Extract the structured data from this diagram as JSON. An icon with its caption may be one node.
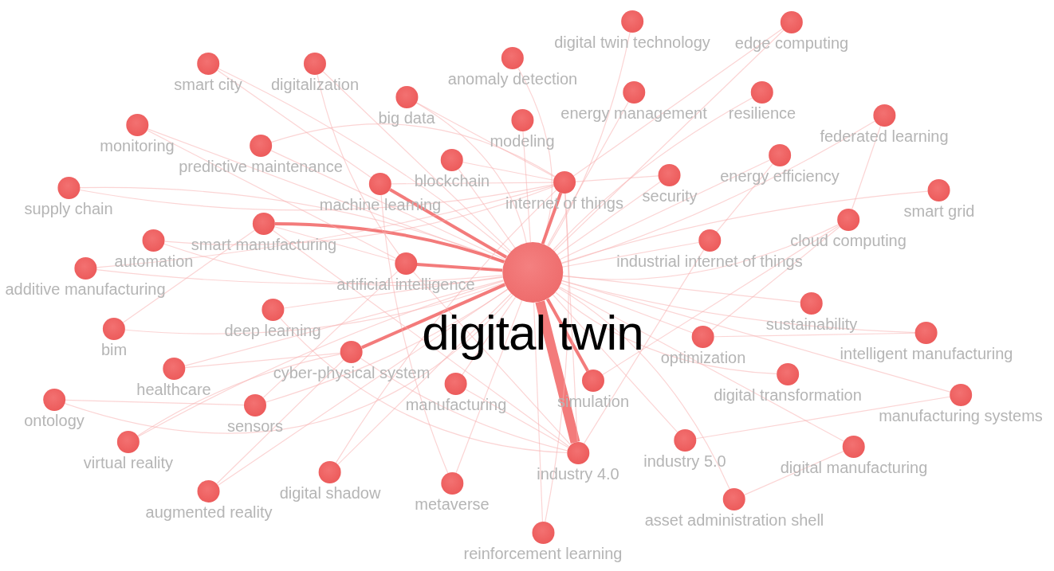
{
  "diagram": {
    "nodes": [
      {
        "text": [
          "digital twin"
        ]
      },
      {
        "text": [
          "digital twin technology"
        ]
      },
      {
        "text": [
          "edge computing"
        ]
      },
      {
        "text": [
          "smart city"
        ]
      },
      {
        "text": [
          "digitalization"
        ]
      },
      {
        "text": [
          "anomaly detection"
        ]
      },
      {
        "text": [
          "big data"
        ]
      },
      {
        "text": [
          "energy management"
        ]
      },
      {
        "text": [
          "resilience"
        ]
      },
      {
        "text": [
          "monitoring"
        ]
      },
      {
        "text": [
          "modeling"
        ]
      },
      {
        "text": [
          "federated learning"
        ]
      },
      {
        "text": [
          "predictive maintenance"
        ]
      },
      {
        "text": [
          "blockchain"
        ]
      },
      {
        "text": [
          "energy efficiency"
        ]
      },
      {
        "text": [
          "supply chain"
        ]
      },
      {
        "text": [
          "machine learning"
        ]
      },
      {
        "text": [
          "internet of things"
        ]
      },
      {
        "text": [
          "security"
        ]
      },
      {
        "text": [
          "smart grid"
        ]
      },
      {
        "text": [
          "cloud computing"
        ]
      },
      {
        "text": [
          "smart manufacturing"
        ]
      },
      {
        "text": [
          "automation"
        ]
      },
      {
        "text": [
          "artificial intelligence"
        ]
      },
      {
        "text": [
          "industrial internet of things"
        ]
      },
      {
        "text": [
          "additive manufacturing"
        ]
      },
      {
        "text": [
          "deep learning"
        ]
      },
      {
        "text": [
          "sustainability"
        ]
      },
      {
        "text": [
          "bim"
        ]
      },
      {
        "text": [
          "cyber-physical system"
        ]
      },
      {
        "text": [
          "optimization"
        ]
      },
      {
        "text": [
          "intelligent manufacturing"
        ]
      },
      {
        "text": [
          "healthcare"
        ]
      },
      {
        "text": [
          "digital transformation"
        ]
      },
      {
        "text": [
          "manufacturing"
        ]
      },
      {
        "text": [
          "simulation"
        ]
      },
      {
        "text": [
          "ontology"
        ]
      },
      {
        "text": [
          "sensors"
        ]
      },
      {
        "text": [
          "manufacturing systems"
        ]
      },
      {
        "text": [
          "virtual reality"
        ]
      },
      {
        "text": [
          "industry 5.0"
        ]
      },
      {
        "text": [
          "industry 4.0"
        ]
      },
      {
        "text": [
          "digital manufacturing"
        ]
      },
      {
        "text": [
          "digital shadow"
        ]
      },
      {
        "text": [
          "metaverse"
        ]
      },
      {
        "text": [
          "augmented reality"
        ]
      },
      {
        "text": [
          "asset administration shell"
        ]
      },
      {
        "text": [
          "reinforcement learning"
        ]
      }
    ],
    "edges": [
      {
        "from": 0,
        "to": 1,
        "arrow": "none"
      },
      {
        "from": 0,
        "to": 2,
        "arrow": "none"
      },
      {
        "from": 0,
        "to": 3,
        "arrow": "none"
      },
      {
        "from": 0,
        "to": 4,
        "arrow": "none"
      },
      {
        "from": 0,
        "to": 5,
        "arrow": "none"
      },
      {
        "from": 0,
        "to": 6,
        "arrow": "none"
      },
      {
        "from": 0,
        "to": 7,
        "arrow": "none"
      },
      {
        "from": 0,
        "to": 8,
        "arrow": "none"
      },
      {
        "from": 0,
        "to": 9,
        "arrow": "none"
      },
      {
        "from": 0,
        "to": 10,
        "arrow": "none"
      },
      {
        "from": 0,
        "to": 11,
        "arrow": "none"
      },
      {
        "from": 0,
        "to": 12,
        "arrow": "none"
      },
      {
        "from": 0,
        "to": 13,
        "arrow": "none"
      },
      {
        "from": 0,
        "to": 14,
        "arrow": "none"
      },
      {
        "from": 0,
        "to": 15,
        "arrow": "none"
      },
      {
        "from": 0,
        "to": 16,
        "arrow": "none",
        "style": "thick"
      },
      {
        "from": 0,
        "to": 17,
        "arrow": "none",
        "style": "thick"
      },
      {
        "from": 0,
        "to": 18,
        "arrow": "none"
      },
      {
        "from": 0,
        "to": 19,
        "arrow": "none"
      },
      {
        "from": 0,
        "to": 20,
        "arrow": "none"
      },
      {
        "from": 0,
        "to": 21,
        "arrow": "none",
        "style": "thick"
      },
      {
        "from": 0,
        "to": 22,
        "arrow": "none"
      },
      {
        "from": 0,
        "to": 23,
        "arrow": "none",
        "style": "thick"
      },
      {
        "from": 0,
        "to": 24,
        "arrow": "none"
      },
      {
        "from": 0,
        "to": 25,
        "arrow": "none"
      },
      {
        "from": 0,
        "to": 26,
        "arrow": "none"
      },
      {
        "from": 0,
        "to": 27,
        "arrow": "none"
      },
      {
        "from": 0,
        "to": 28,
        "arrow": "none"
      },
      {
        "from": 0,
        "to": 29,
        "arrow": "none",
        "style": "thick"
      },
      {
        "from": 0,
        "to": 30,
        "arrow": "none"
      },
      {
        "from": 0,
        "to": 31,
        "arrow": "none"
      },
      {
        "from": 0,
        "to": 32,
        "arrow": "none"
      },
      {
        "from": 0,
        "to": 33,
        "arrow": "none"
      },
      {
        "from": 0,
        "to": 34,
        "arrow": "none"
      },
      {
        "from": 0,
        "to": 35,
        "arrow": "none",
        "style": "thick"
      },
      {
        "from": 0,
        "to": 36,
        "arrow": "none"
      },
      {
        "from": 0,
        "to": 37,
        "arrow": "none"
      },
      {
        "from": 0,
        "to": 38,
        "arrow": "none"
      },
      {
        "from": 0,
        "to": 39,
        "arrow": "none"
      },
      {
        "from": 0,
        "to": 40,
        "arrow": "none"
      },
      {
        "from": 0,
        "to": 41,
        "arrow": "none",
        "style": "thick"
      },
      {
        "from": 0,
        "to": 42,
        "arrow": "none"
      },
      {
        "from": 0,
        "to": 43,
        "arrow": "none"
      },
      {
        "from": 0,
        "to": 44,
        "arrow": "none"
      },
      {
        "from": 0,
        "to": 45,
        "arrow": "none"
      },
      {
        "from": 0,
        "to": 46,
        "arrow": "none"
      },
      {
        "from": 0,
        "to": 47,
        "arrow": "none"
      },
      {
        "from": 16,
        "to": 17,
        "arrow": "none"
      },
      {
        "from": 13,
        "to": 17,
        "arrow": "none"
      },
      {
        "from": 12,
        "to": 17,
        "arrow": "none"
      },
      {
        "from": 15,
        "to": 17,
        "arrow": "none"
      },
      {
        "from": 9,
        "to": 23,
        "arrow": "none"
      },
      {
        "from": 21,
        "to": 23,
        "arrow": "none"
      },
      {
        "from": 21,
        "to": 41,
        "arrow": "none"
      },
      {
        "from": 26,
        "to": 41,
        "arrow": "none"
      },
      {
        "from": 29,
        "to": 41,
        "arrow": "none"
      },
      {
        "from": 34,
        "to": 41,
        "arrow": "none"
      },
      {
        "from": 35,
        "to": 20,
        "arrow": "none"
      },
      {
        "from": 24,
        "to": 41,
        "arrow": "none"
      },
      {
        "from": 17,
        "to": 41,
        "arrow": "none"
      },
      {
        "from": 23,
        "to": 41,
        "arrow": "none"
      },
      {
        "from": 30,
        "to": 20,
        "arrow": "none"
      },
      {
        "from": 3,
        "to": 16,
        "arrow": "none"
      },
      {
        "from": 4,
        "to": 23,
        "arrow": "none"
      },
      {
        "from": 6,
        "to": 17,
        "arrow": "none"
      },
      {
        "from": 22,
        "to": 17,
        "arrow": "none"
      },
      {
        "from": 25,
        "to": 17,
        "arrow": "none"
      },
      {
        "from": 18,
        "to": 17,
        "arrow": "none"
      },
      {
        "from": 14,
        "to": 24,
        "arrow": "none"
      },
      {
        "from": 11,
        "to": 20,
        "arrow": "none"
      },
      {
        "from": 2,
        "to": 17,
        "arrow": "none"
      },
      {
        "from": 31,
        "to": 30,
        "arrow": "none"
      },
      {
        "from": 38,
        "to": 40,
        "arrow": "none"
      },
      {
        "from": 42,
        "to": 46,
        "arrow": "none"
      },
      {
        "from": 39,
        "to": 29,
        "arrow": "none"
      },
      {
        "from": 45,
        "to": 29,
        "arrow": "none"
      },
      {
        "from": 36,
        "to": 37,
        "arrow": "none"
      },
      {
        "from": 28,
        "to": 21,
        "arrow": "none"
      },
      {
        "from": 44,
        "to": 16,
        "arrow": "none"
      },
      {
        "from": 47,
        "to": 17,
        "arrow": "none"
      },
      {
        "from": 43,
        "to": 17,
        "arrow": "none"
      },
      {
        "from": 32,
        "to": 29,
        "arrow": "none"
      },
      {
        "from": 37,
        "to": 23,
        "arrow": "none"
      }
    ]
  }
}
